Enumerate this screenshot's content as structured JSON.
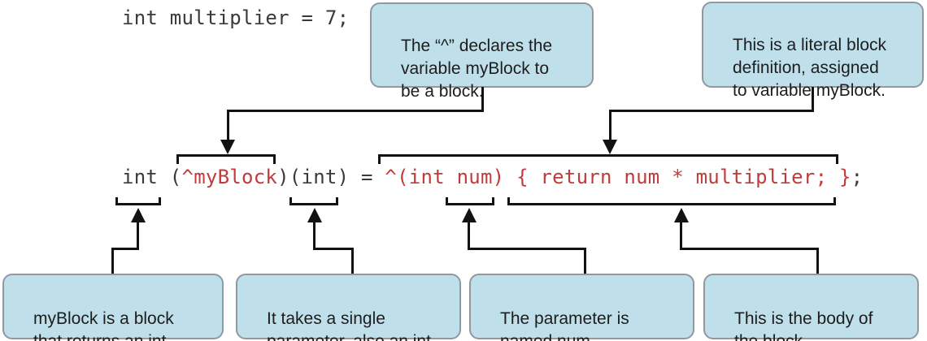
{
  "top_code": "int multiplier = 7;",
  "code_line": {
    "segments": [
      {
        "text": "int (",
        "style": "dark"
      },
      {
        "text": "^myBlock",
        "style": "red"
      },
      {
        "text": ")(int) = ",
        "style": "dark"
      },
      {
        "text": "^(int num) { return num * multiplier; }",
        "style": "red"
      },
      {
        "text": ";",
        "style": "dark"
      }
    ]
  },
  "callouts": {
    "declare_caret": {
      "text": "The “^” declares the\nvariable myBlock to\nbe a block."
    },
    "literal_block": {
      "text": "This is a literal block\ndefinition, assigned\nto variable myBlock."
    },
    "returns_int": {
      "text": "myBlock is a block\nthat returns an int."
    },
    "single_param": {
      "text": "It takes a single\nparameter, also an int."
    },
    "param_named_num": {
      "text": "The parameter is\nnamed num."
    },
    "body_of_block": {
      "text": "This is the body of\nthe block."
    }
  },
  "icons": {
    "down_arrowhead": "filled triangle pointing down",
    "up_arrowhead": "filled triangle pointing up"
  },
  "colors": {
    "background": "#ffffff",
    "code_dark": "#3a3a3a",
    "code_red": "#c13b3b",
    "box_fill": "#bfdfea",
    "box_border": "#8e99a1",
    "line": "#121212",
    "text": "#1d1d1d"
  }
}
